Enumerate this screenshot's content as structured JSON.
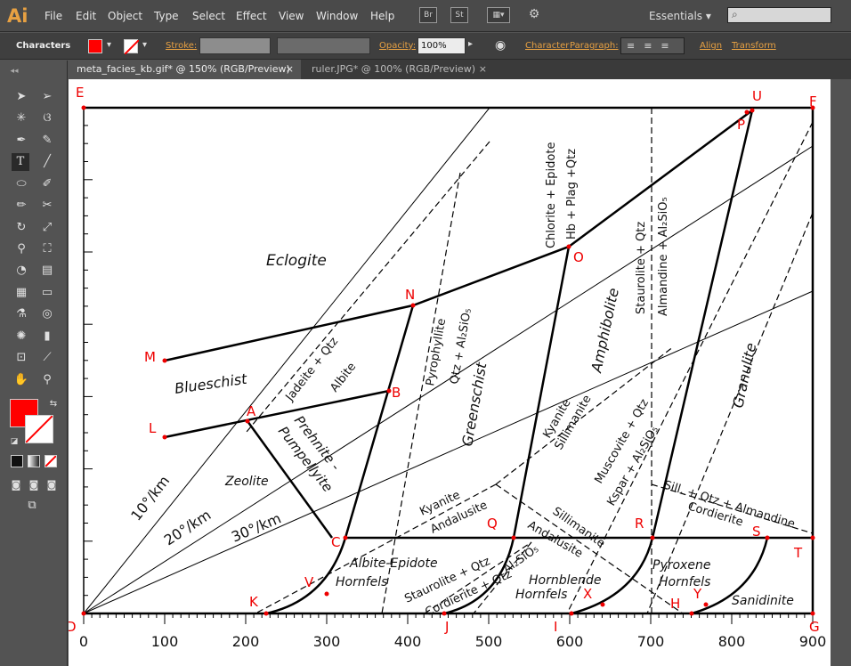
{
  "app": {
    "logo": "Ai"
  },
  "menu": [
    "File",
    "Edit",
    "Object",
    "Type",
    "Select",
    "Effect",
    "View",
    "Window",
    "Help"
  ],
  "toolbar_buttons": [
    "Br",
    "St"
  ],
  "workspace": "Essentials",
  "control": {
    "panel_label": "Characters",
    "stroke_label": "Stroke:",
    "opacity_label": "Opacity:",
    "opacity_value": "100%",
    "character_link": "Character",
    "paragraph_link": "Paragraph:",
    "align_link": "Align",
    "transform_link": "Transform",
    "fill_color": "#ff0000"
  },
  "tabs": [
    {
      "label": "meta_facies_kb.gif* @ 150% (RGB/Preview)",
      "close": "×"
    },
    {
      "label": "ruler.JPG* @ 100% (RGB/Preview)",
      "close": "×"
    }
  ],
  "diagram": {
    "points": [
      "E",
      "U",
      "F",
      "P",
      "O",
      "N",
      "M",
      "B",
      "L",
      "A",
      "C",
      "Q",
      "R",
      "S",
      "T",
      "V",
      "K",
      "J",
      "I",
      "X",
      "H",
      "Y",
      "D",
      "G"
    ],
    "facies": [
      "Eclogite",
      "Blueschist",
      "Zeolite",
      "Amphibolite",
      "Granulite",
      "Greenschist",
      "Prehnite -",
      "Pumpellyite",
      "Albite-Epidote",
      "Hornfels",
      "Hornblende",
      "Hornfels",
      "Pyroxene",
      "Hornfels",
      "Sanidinite"
    ],
    "reactions": [
      "Chlorite + Epidote",
      "Hb + Plag +Qtz",
      "Staurolite + Qtz",
      "Almandine + Al₂SiO₅",
      "Pyrophyllite",
      "Qtz + Al₂SiO₅",
      "Jadeite + Qtz",
      "Albite",
      "Kyanite",
      "Sillimanite",
      "Muscovite + Qtz",
      "Kspar + Al₂SiO₅",
      "Sill. + Qtz + Almandine",
      "Cordierite",
      "Kyanite",
      "Andalusite",
      "Sillimanite",
      "Andalusite",
      "Staurolite + Qtz",
      "Al₂SiO₅",
      "Cordierite + Qtz"
    ],
    "gradients": [
      "10°/km",
      "20°/km",
      "30°/km"
    ],
    "axis_ticks": [
      "0",
      "100",
      "200",
      "300",
      "400",
      "500",
      "600",
      "700",
      "800",
      "900"
    ]
  }
}
